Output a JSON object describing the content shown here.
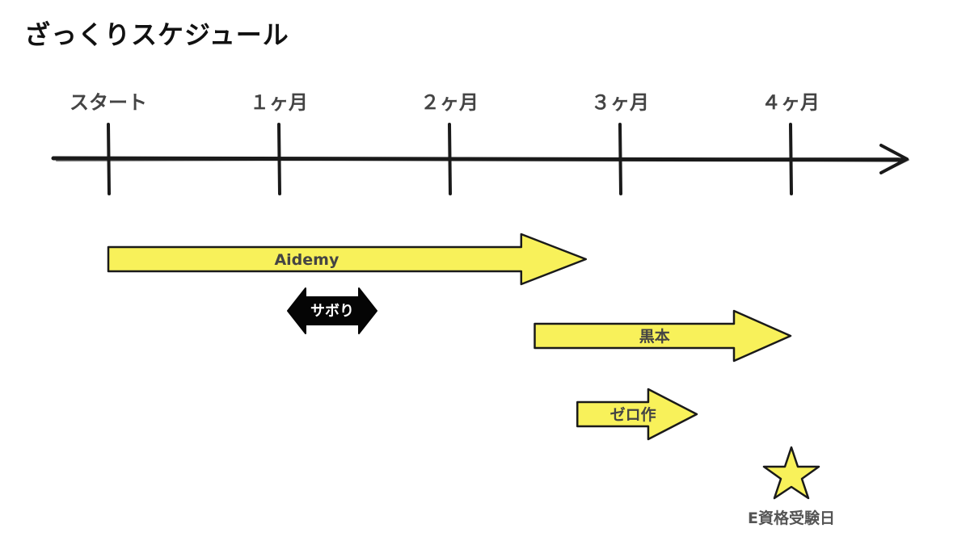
{
  "title": "ざっくりスケジュール",
  "colors": {
    "bar_fill": "#f8f15a",
    "stroke": "#1a1a1a",
    "label": "#444444"
  },
  "timeline": {
    "milestones": [
      "スタート",
      "１ヶ月",
      "２ヶ月",
      "３ヶ月",
      "４ヶ月"
    ]
  },
  "tasks": [
    {
      "label": "Aidemy",
      "start_month": 0,
      "end_month": 2.8
    },
    {
      "label": "黒本",
      "start_month": 2.5,
      "end_month": 4.0
    },
    {
      "label": "ゼロ作",
      "start_month": 2.75,
      "end_month": 3.45
    }
  ],
  "break_period": {
    "label": "サボり",
    "start_month": 1.05,
    "end_month": 1.55
  },
  "goal": {
    "label": "E資格受験日",
    "month": 4.0,
    "icon": "star-icon"
  }
}
